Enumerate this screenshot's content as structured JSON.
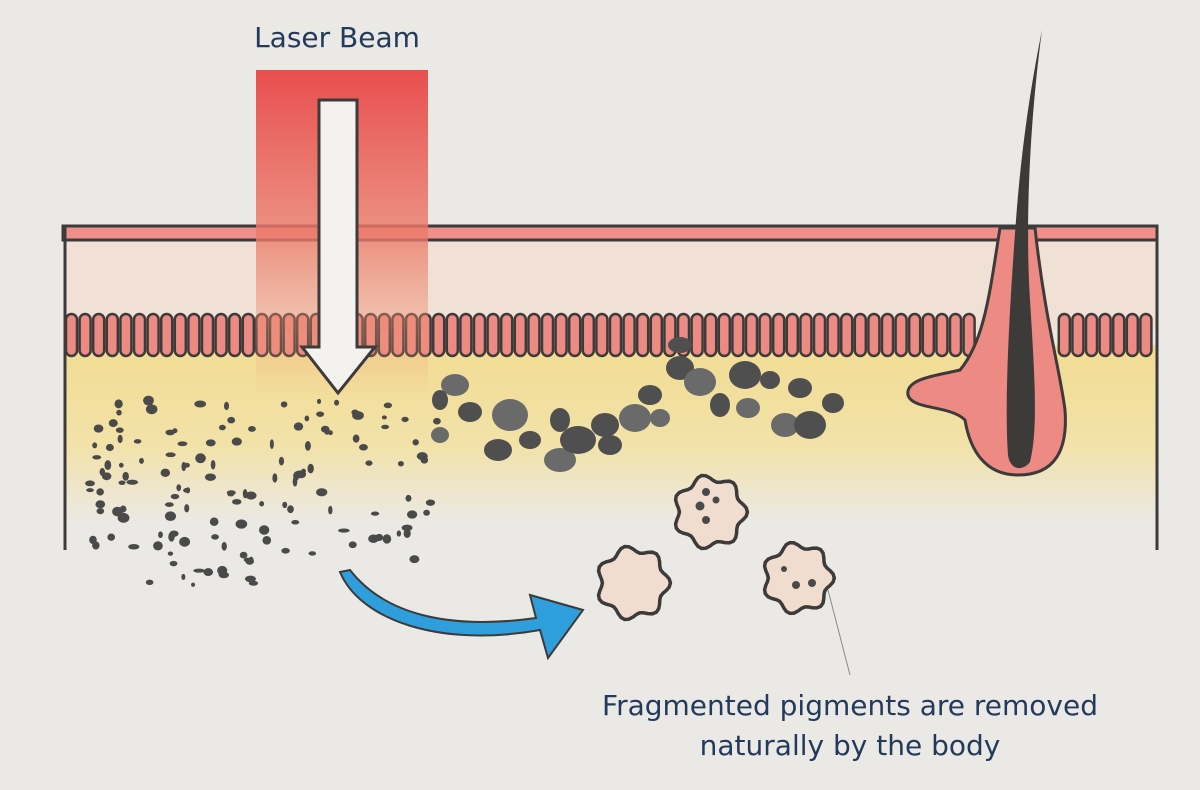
{
  "labels": {
    "laser_beam": "Laser Beam",
    "caption_line1": "Fragmented pigments are removed",
    "caption_line2": "naturally by the body"
  },
  "colors": {
    "background": "#ebe9e6",
    "outline": "#3d3a3a",
    "stratum": "#ee8f8a",
    "epidermis": "#f1e0d6",
    "cells": "#ee8a84",
    "dermis": "#f2dc94",
    "laser": "#e84646",
    "pigment": "#4a4a4a",
    "arrow_blue": "#2e9fdc",
    "text": "#233a5c"
  },
  "icons": {
    "beam_arrow": "down-arrow-icon",
    "flow_arrow": "curved-arrow-icon"
  }
}
